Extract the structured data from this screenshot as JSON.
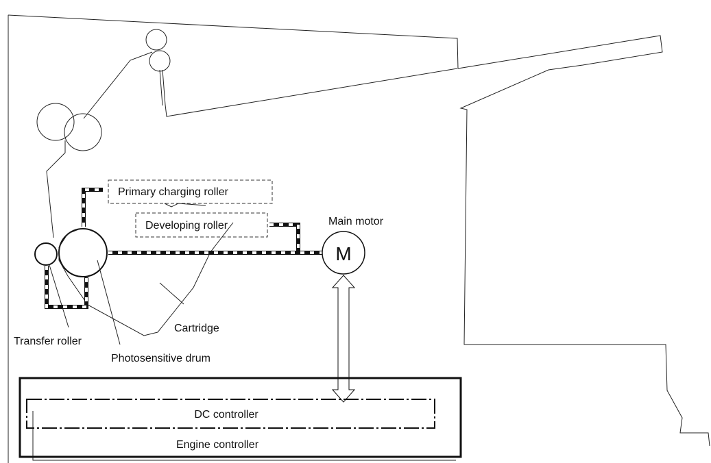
{
  "labels": {
    "primary_charging_roller": "Primary charging roller",
    "developing_roller": "Developing roller",
    "main_motor": "Main motor",
    "motor_symbol": "M",
    "cartridge": "Cartridge",
    "transfer_roller": "Transfer roller",
    "photosensitive_drum": "Photosensitive drum",
    "dc_controller": "DC controller",
    "engine_controller": "Engine controller"
  },
  "colors": {
    "line": "#222222",
    "background": "#ffffff"
  }
}
